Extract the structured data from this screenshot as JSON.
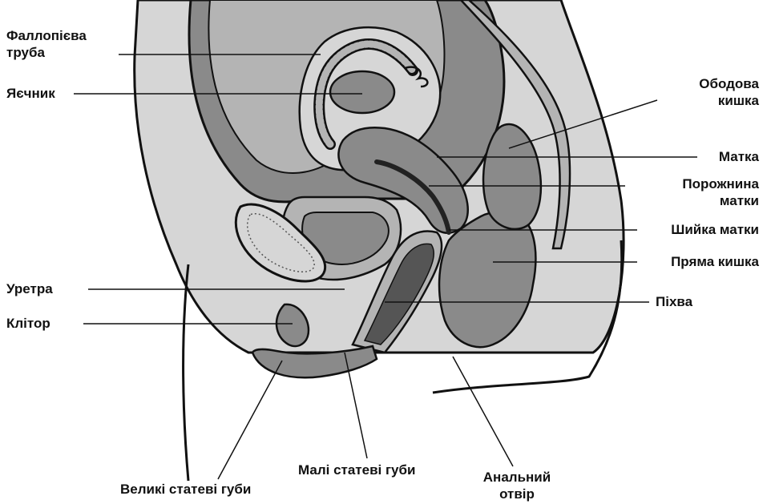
{
  "labels": {
    "fallopian_tube": "Фаллопієва\nтруба",
    "ovary": "Яєчник",
    "urethra": "Уретра",
    "clitoris": "Клітор",
    "colon": "Ободова\nкишка",
    "uterus": "Матка",
    "uterine_cavity": "Порожнина\nматки",
    "cervix": "Шийка матки",
    "rectum": "Пряма кишка",
    "vagina": "Піхва",
    "labia_majora": "Великі статеві губи",
    "labia_minora": "Малі статеві губи",
    "anus": "Анальний\nотвір"
  },
  "colors": {
    "line": "#111111",
    "dark": "#555555",
    "mid": "#8a8a8a",
    "light": "#b4b4b4",
    "pale": "#d6d6d6",
    "background": "#ffffff"
  }
}
